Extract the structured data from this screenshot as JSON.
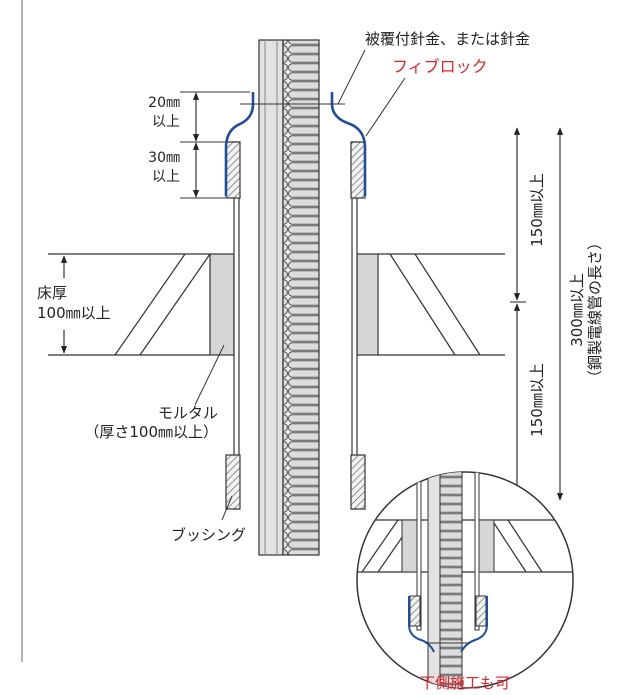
{
  "labels": {
    "wire": "被覆付針金、または針金",
    "fiblock": "フィブロック",
    "gap_top_value": "20㎜",
    "gap_top_suffix": "以上",
    "gap_bushing_value": "30㎜",
    "gap_bushing_suffix": "以上",
    "floor_label": "床厚",
    "floor_value": "100㎜以上",
    "mortar": "モルタル",
    "mortar_thickness": "（厚さ100㎜以上）",
    "bushing": "ブッシング",
    "upper_length": "150㎜以上",
    "lower_length": "150㎜以上",
    "total_length": "300㎜以上",
    "total_note": "（鋼製電線管の長さ）",
    "inset_caption": "下側施工も可"
  },
  "colors": {
    "fiblock": "#1f4e9e",
    "accent_text": "#e0232a",
    "line": "#333333",
    "mortar_fill": "#d6d6d6",
    "cable_fill": "#e2e2e2"
  }
}
